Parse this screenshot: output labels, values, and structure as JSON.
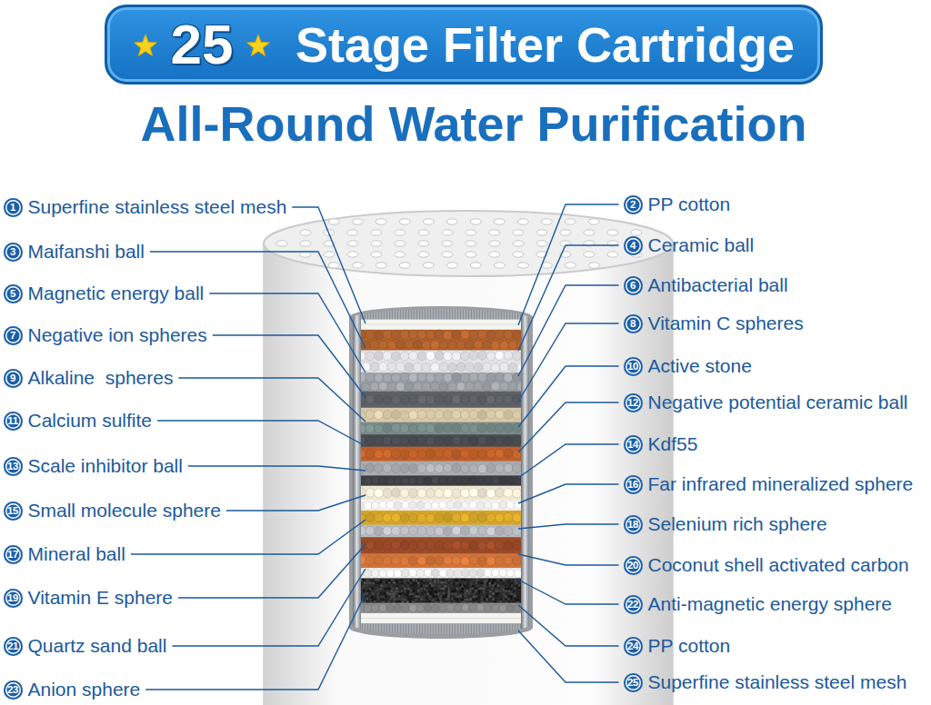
{
  "diagram": {
    "title": "All-Round Water Purification",
    "nodes": [
      {
        "text": [
          "25",
          "Stage Filter Cartridge"
        ]
      },
      {
        "text": [
          "1",
          "Superfine stainless steel mesh"
        ]
      },
      {
        "text": [
          "2",
          "PP cotton"
        ]
      },
      {
        "text": [
          "3",
          "Maifanshi ball"
        ]
      },
      {
        "text": [
          "4",
          "Ceramic ball"
        ]
      },
      {
        "text": [
          "5",
          "Magnetic energy ball"
        ]
      },
      {
        "text": [
          "6",
          "Antibacterial ball"
        ]
      },
      {
        "text": [
          "7",
          "Negative ion spheres"
        ]
      },
      {
        "text": [
          "8",
          "Vitamin C spheres"
        ]
      },
      {
        "text": [
          "9",
          "Alkaline  spheres"
        ]
      },
      {
        "text": [
          "10",
          "Active stone"
        ]
      },
      {
        "text": [
          "11",
          "Calcium sulfite"
        ]
      },
      {
        "text": [
          "12",
          "Negative potential ceramic ball"
        ]
      },
      {
        "text": [
          "13",
          "Scale inhibitor ball"
        ]
      },
      {
        "text": [
          "14",
          "Kdf55"
        ]
      },
      {
        "text": [
          "15",
          "Small molecule sphere"
        ]
      },
      {
        "text": [
          "16",
          "Far infrared mineralized sphere"
        ]
      },
      {
        "text": [
          "17",
          "Mineral ball"
        ]
      },
      {
        "text": [
          "18",
          "Selenium rich sphere"
        ]
      },
      {
        "text": [
          "19",
          "Vitamin E sphere"
        ]
      },
      {
        "text": [
          "20",
          "Coconut shell activated carbon"
        ]
      },
      {
        "text": [
          "21",
          "Quartz sand ball"
        ]
      },
      {
        "text": [
          "22",
          "Anti-magnetic energy sphere"
        ]
      },
      {
        "text": [
          "23",
          "Anion sphere"
        ]
      },
      {
        "text": [
          "24",
          "PP cotton"
        ]
      },
      {
        "text": [
          "25",
          "Superfine stainless steel mesh"
        ]
      }
    ]
  }
}
